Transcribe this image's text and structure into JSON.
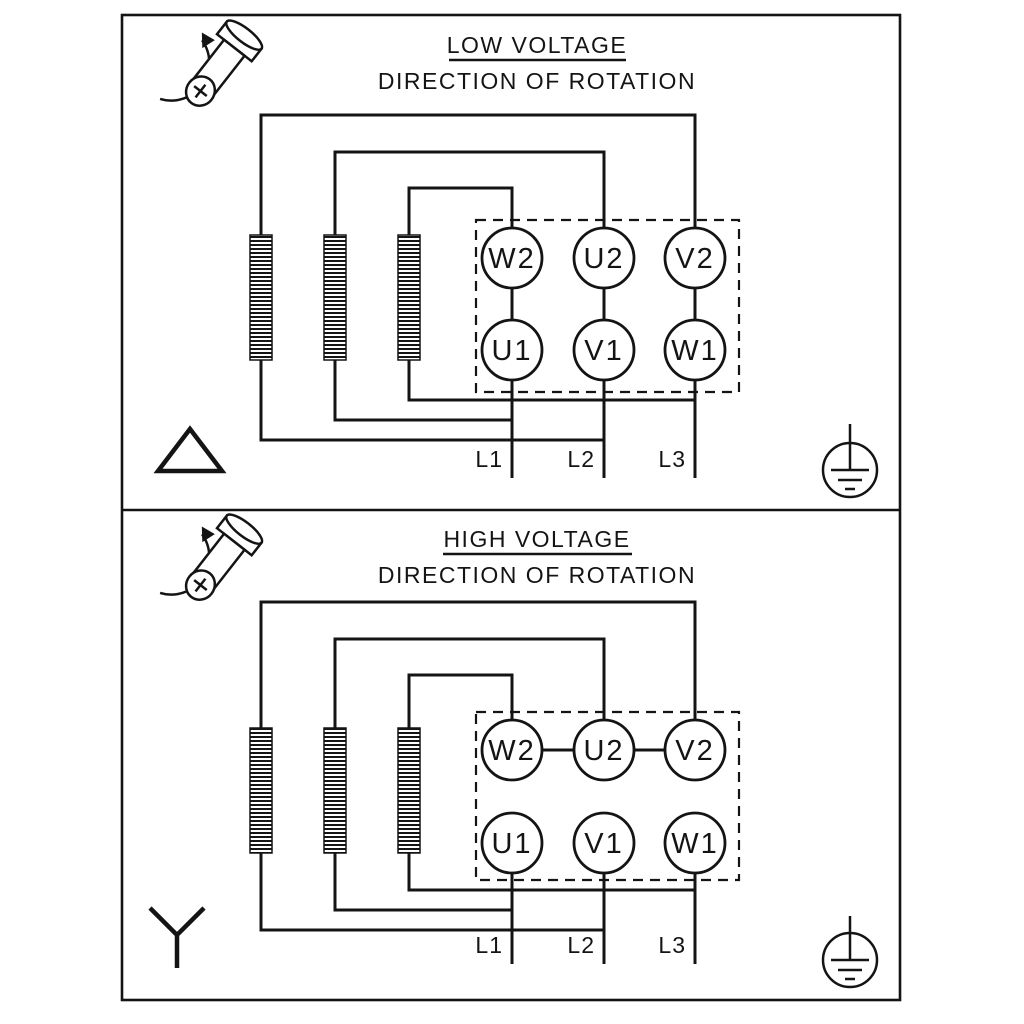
{
  "colors": {
    "line": "#141414",
    "background": "#ffffff"
  },
  "panels": [
    {
      "title": "LOW VOLTAGE",
      "subtitle": "DIRECTION OF ROTATION",
      "connection_type": "delta",
      "terminals": {
        "top_row": [
          "W2",
          "U2",
          "V2"
        ],
        "bottom_row": [
          "U1",
          "V1",
          "W1"
        ]
      },
      "supply_lines": [
        "L1",
        "L2",
        "L3"
      ],
      "icons": {
        "shaft": "rotating-shaft-icon",
        "connection": "delta-connection-icon",
        "ground": "earth-ground-icon"
      }
    },
    {
      "title": "HIGH VOLTAGE",
      "subtitle": "DIRECTION OF ROTATION",
      "connection_type": "star",
      "terminals": {
        "top_row": [
          "W2",
          "U2",
          "V2"
        ],
        "bottom_row": [
          "U1",
          "V1",
          "W1"
        ]
      },
      "supply_lines": [
        "L1",
        "L2",
        "L3"
      ],
      "icons": {
        "shaft": "rotating-shaft-icon",
        "connection": "star-connection-icon",
        "ground": "earth-ground-icon"
      }
    }
  ]
}
